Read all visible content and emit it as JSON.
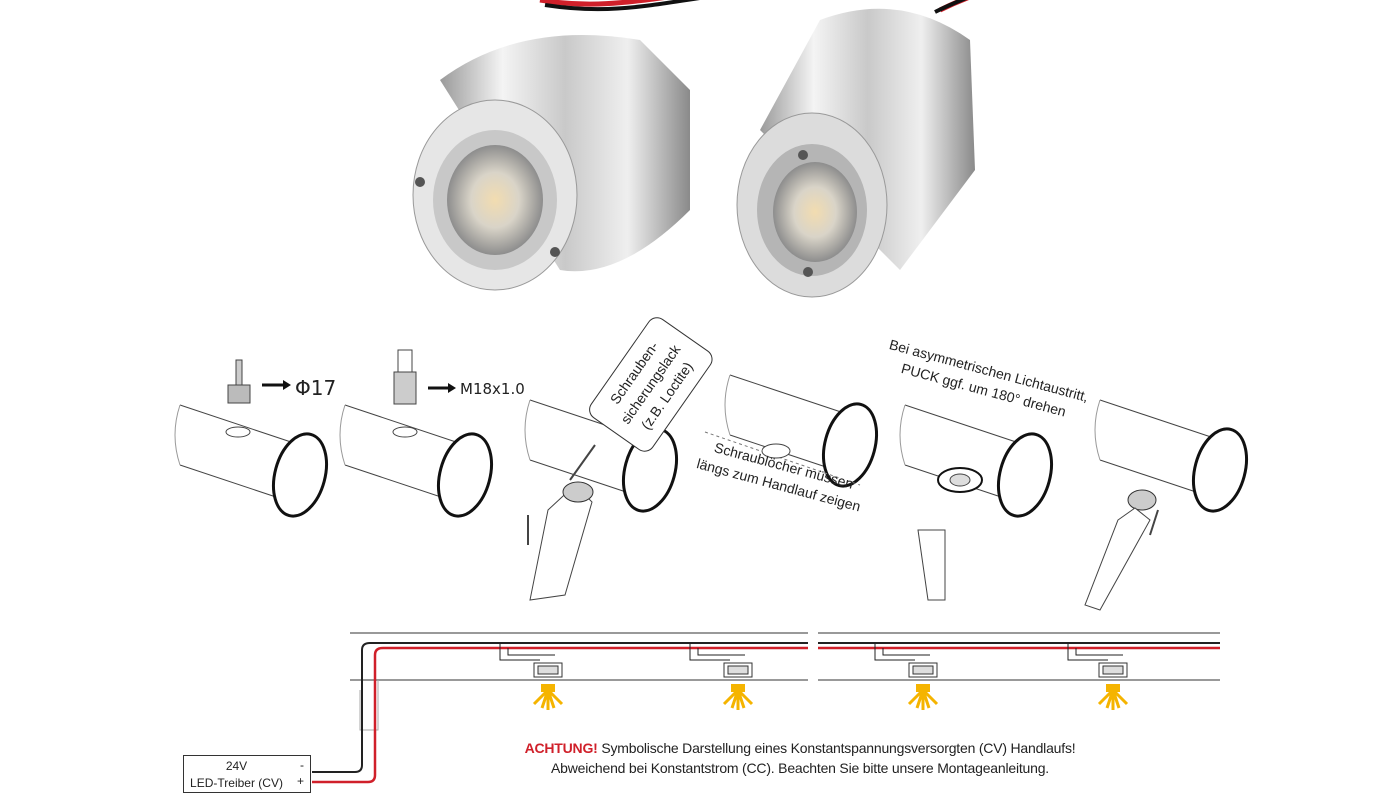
{
  "products": [
    {
      "name": "led-puck-flush-lens"
    },
    {
      "name": "led-puck-recessed-lens"
    }
  ],
  "steps": {
    "drill_label": "Φ17",
    "thread_label": "M18x1.0",
    "glue_line1": "Schrauben-",
    "glue_line2": "sicherungslack",
    "glue_line3": "(z.B. Loctite)",
    "holes_line1": "Schraublöcher müssen",
    "holes_line2": "längs zum Handlauf zeigen",
    "rotate_line1": "Bei asymmetrischen Lichtaustritt,",
    "rotate_line2": "PUCK ggf. um 180° drehen"
  },
  "wiring": {
    "driver_voltage": "24V",
    "driver_label": "LED-Treiber (CV)",
    "minus": "-",
    "plus": "+",
    "warning": "ACHTUNG!",
    "note_line1": "Symbolische Darstellung eines Konstantspannungsversorgten (CV) Handlaufs!",
    "note_line2": "Abweichend bei Konstantstrom (CC). Beachten Sie bitte unsere Montageanleitung.",
    "wire_positive_color": "#d0202a",
    "wire_negative_color": "#222222",
    "light_color": "#f5b400"
  }
}
